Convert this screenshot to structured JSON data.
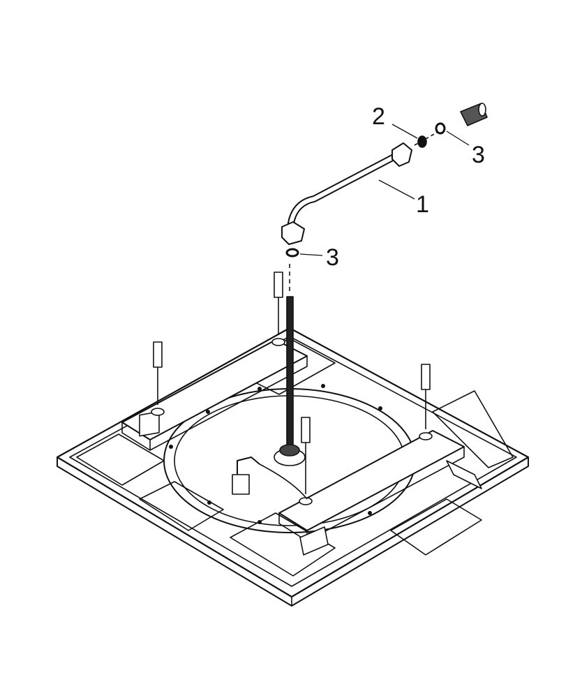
{
  "diagram": {
    "callouts": [
      {
        "number": "2",
        "part": "gasket"
      },
      {
        "number": "3",
        "part": "washer"
      },
      {
        "number": "1",
        "part": "hose"
      },
      {
        "number": "3",
        "part": "washer"
      }
    ],
    "colors": {
      "line": "#111111",
      "fill": "#ffffff",
      "shade": "#d8d8d8"
    }
  }
}
